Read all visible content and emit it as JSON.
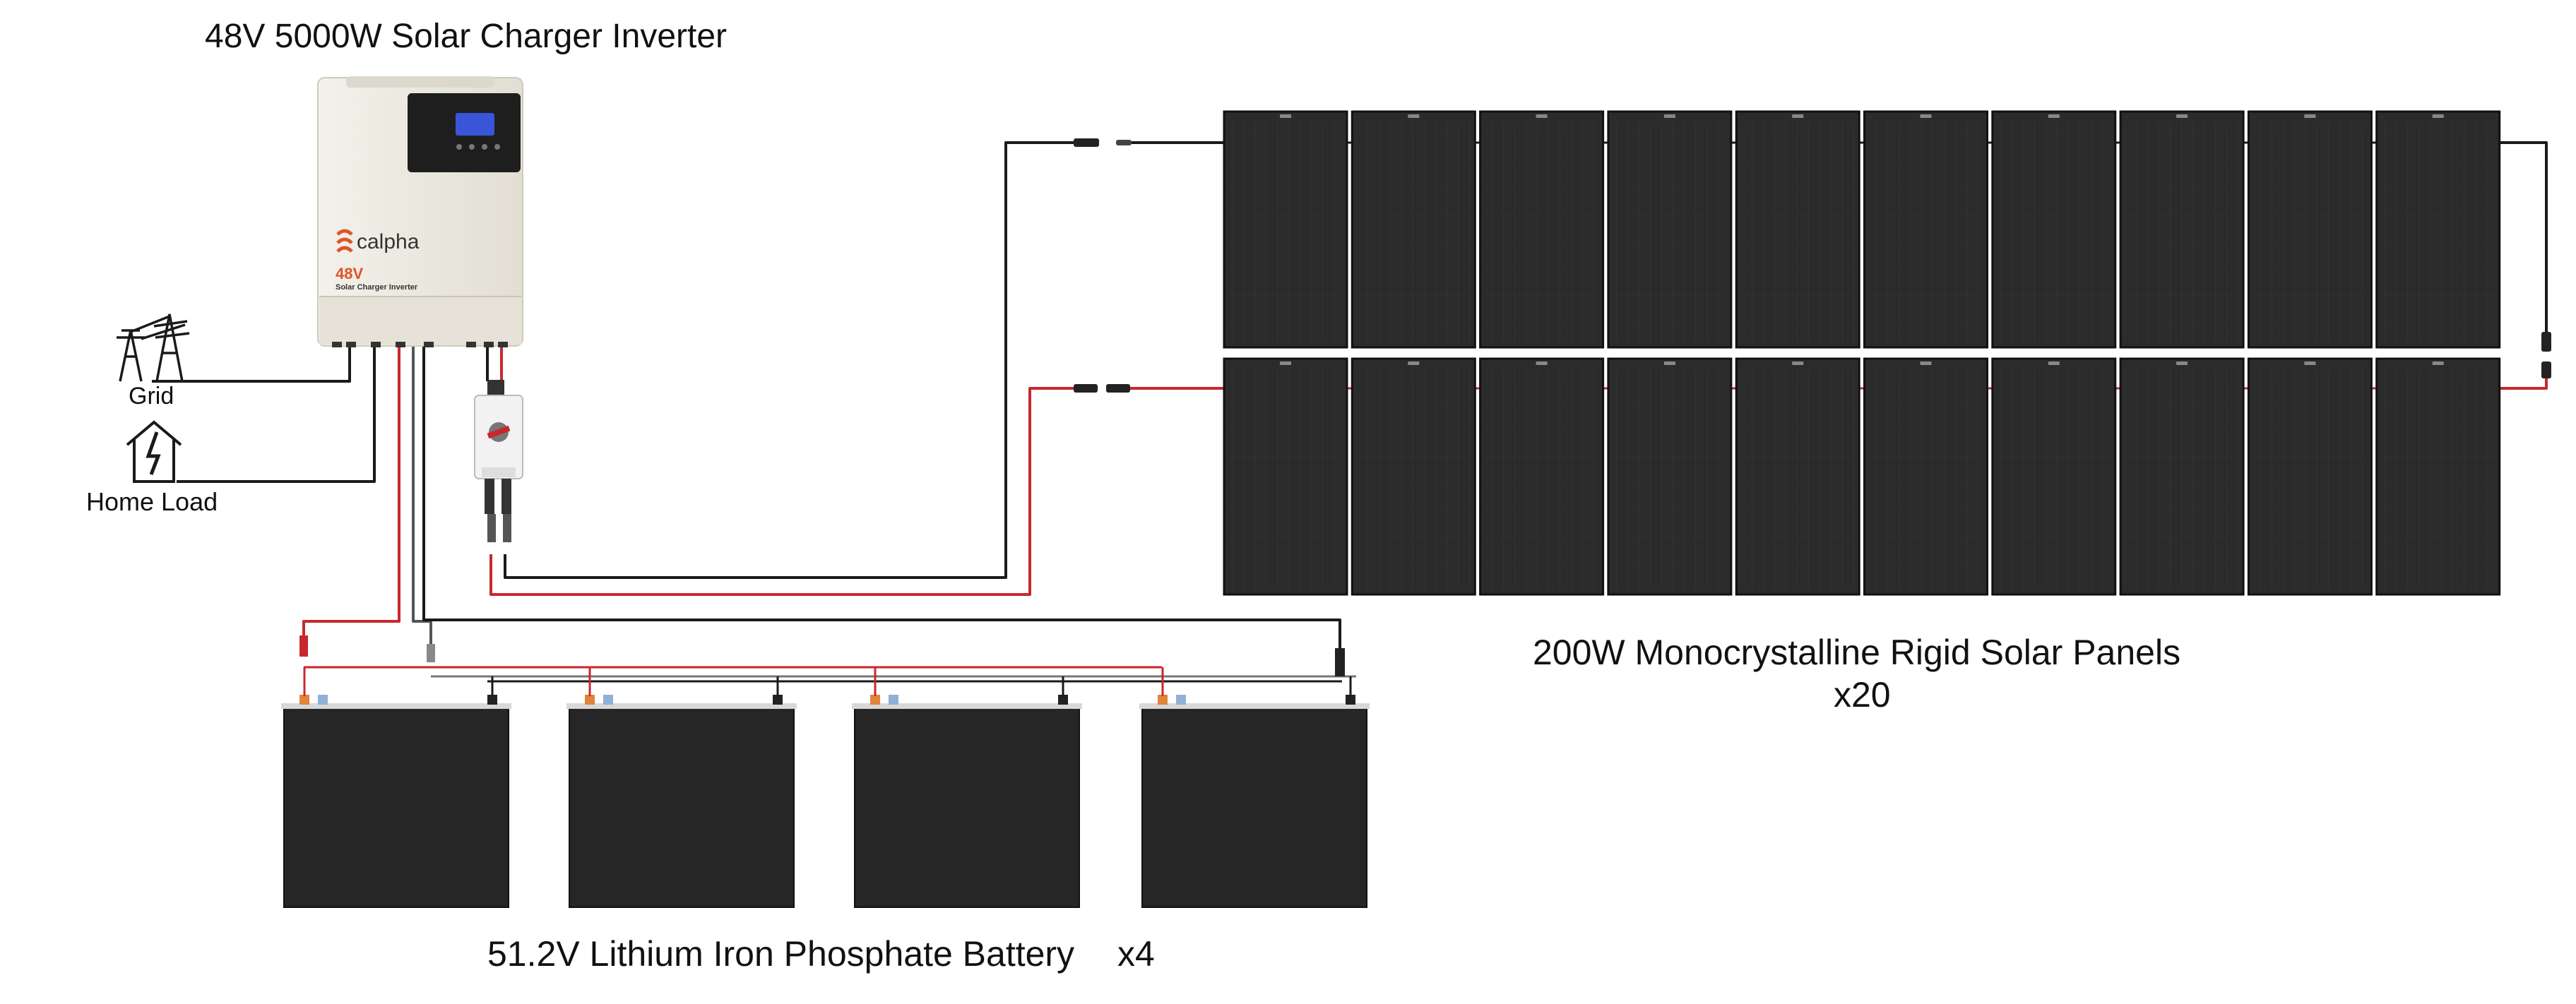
{
  "labels": {
    "inverter_title": "48V 5000W Solar Charger Inverter",
    "grid": "Grid",
    "home_load": "Home Load",
    "panels_title": "200W Monocrystalline Rigid Solar Panels",
    "panels_count": "x20",
    "battery_title": "51.2V Lithium Iron Phosphate Battery",
    "battery_count": "x4"
  },
  "inverter": {
    "brand": "calpha",
    "voltage": "48V",
    "model_text": "Solar Charger Inverter"
  },
  "components": {
    "panel_rows": 2,
    "panels_per_row": 10,
    "battery_units": 4
  },
  "colors": {
    "wire_black": "#1a1a1a",
    "wire_red": "#c8282d",
    "panel": "#2b2b2b",
    "battery": "#262626",
    "inverter_body": "#ebe8df",
    "brand_orange": "#e0532a",
    "lcd_blue": "#3a55d8"
  },
  "icons": [
    "power-tower-icon",
    "home-lightning-icon",
    "dc-isolator-switch-icon",
    "mc4-connector-icon"
  ]
}
